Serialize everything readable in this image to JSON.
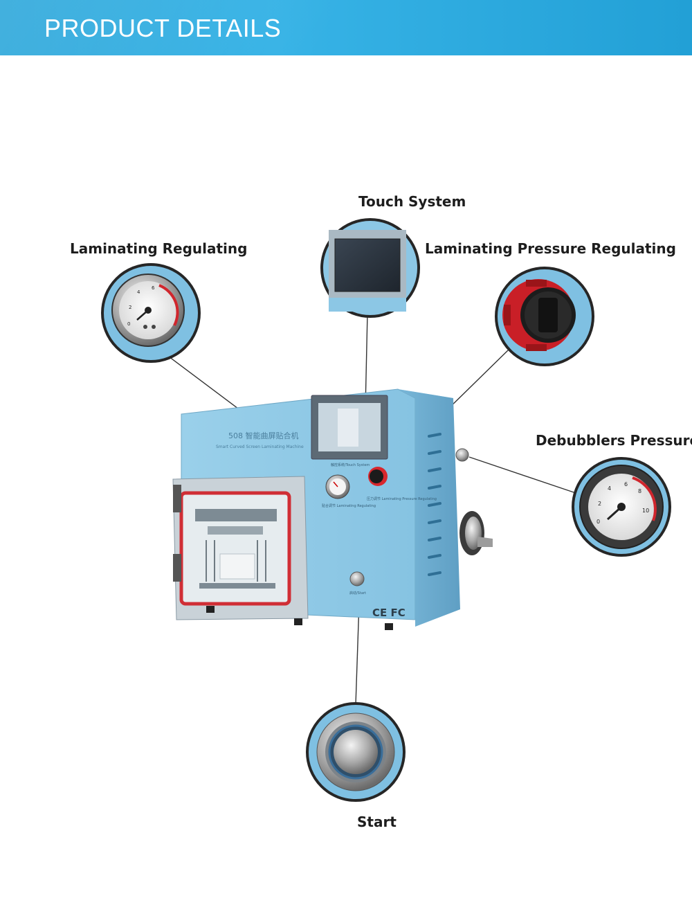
{
  "header": {
    "title": "PRODUCT DETAILS"
  },
  "callouts": {
    "touch_system": "Touch System",
    "laminating_regulating": "Laminating Regulating",
    "laminating_pressure_regulating": "Laminating Pressure Regulating",
    "debubblers_pressure": "Debubblers Pressure",
    "start": "Start"
  },
  "machine": {
    "model_title": "508 智能曲屏贴合机",
    "model_subtitle": "Smart Curved Screen Laminating Machine",
    "touch_label": "触控系统/Touch System",
    "regulating_label": "贴合调节 Laminating Regulating",
    "pressure_label": "压力调节 Laminating Pressure Regulating",
    "start_label": "启动/Start",
    "certification": "CE FC"
  },
  "colors": {
    "banner": "#2aa6da",
    "machine_body": "#8fc9e6",
    "machine_dark": "#6fb0d2",
    "knob_red": "#d8272d"
  }
}
